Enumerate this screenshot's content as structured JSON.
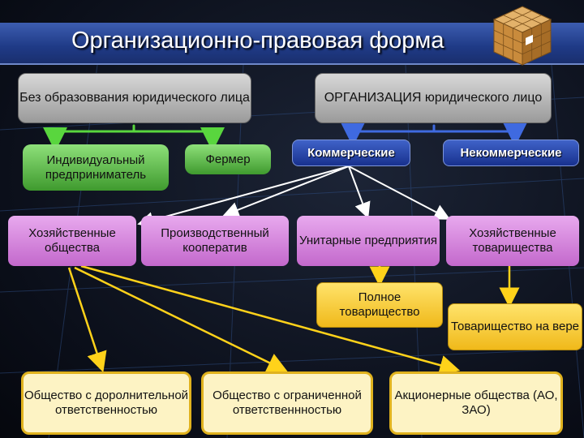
{
  "title": "Организационно-правовая форма",
  "colors": {
    "title_bar": "#2a4a9c",
    "gray_box": "#b5b5b5",
    "green_box": "#5cbf48",
    "blue_box": "#24409f",
    "violet_box": "#d98ee0",
    "yellow_box": "#f7c92e",
    "cream_box": "#fdf3c4",
    "arrow_green": "#59d63e",
    "arrow_blue": "#3f6ae0",
    "arrow_yellow": "#ffd21a",
    "arrow_white": "#ffffff"
  },
  "nodes": {
    "no_legal": "Без образоввания юридического лица",
    "org_legal": "ОРГАНИЗАЦИЯ юридического лицо",
    "individual": "Индивидуальный предприниматель",
    "farmer": "Фермер",
    "commercial": "Коммерческие",
    "noncommercial": "Некоммерческие",
    "business_societies": "Хозяйственные общества",
    "coop": "Производственный кооператив",
    "unitary": "Унитарные предприятия",
    "partnerships": "Хозяйственные товарищества",
    "full_partnership": "Полное товарищество",
    "limited_partnership": "Товарищество на вере",
    "odo": "Общество с доролнительной ответственностью",
    "ooo": "Общество с ограниченной ответственнностью",
    "ao": "Акционерные общества (АО, ЗАО)"
  }
}
